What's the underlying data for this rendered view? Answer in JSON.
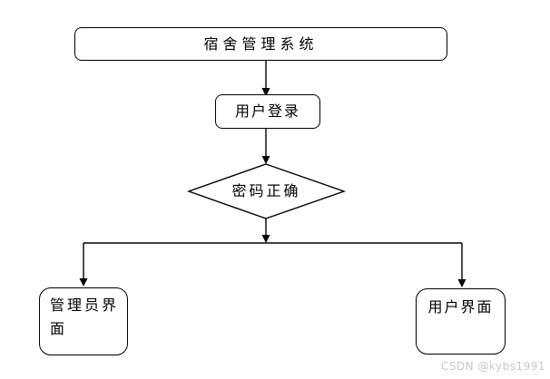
{
  "diagram": {
    "title_node": {
      "label": "宿舍管理系统"
    },
    "login_node": {
      "label": "用户登录"
    },
    "decision_node": {
      "label": "密码正确"
    },
    "admin_node": {
      "label": "管理员界面"
    },
    "user_node": {
      "label": "用户界面"
    },
    "watermark": "CSDN @kybs1991",
    "colors": {
      "stroke": "#000000",
      "background": "#ffffff",
      "node_fill": "#ffffff",
      "watermark_text": "#c8c8c8"
    }
  }
}
